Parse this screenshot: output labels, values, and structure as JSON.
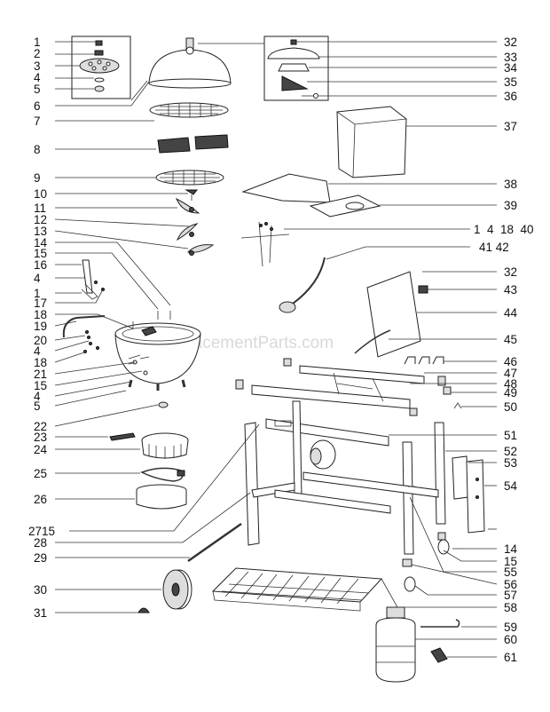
{
  "watermark": "eReplacementParts.com",
  "left_callouts": [
    "1",
    "2",
    "3",
    "4",
    "5",
    "6",
    "7",
    "8",
    "9",
    "10",
    "11",
    "12",
    "13",
    "14",
    "15",
    "16",
    "4",
    "1",
    "17",
    "18",
    "19",
    "20",
    "4",
    "18",
    "21",
    "15",
    "4",
    "5",
    "22",
    "23",
    "24",
    "25",
    "26",
    "2715",
    "28",
    "29",
    "30",
    "31"
  ],
  "right_callouts": [
    "32",
    "33",
    "34",
    "35",
    "36",
    "37",
    "38",
    "39",
    "1  4  18  40",
    "41 42",
    "32",
    "43",
    "44",
    "45",
    "46",
    "47",
    "48",
    "49",
    "50",
    "51",
    "52",
    "53",
    "54",
    "14",
    "15",
    "55",
    "56",
    "57",
    "58",
    "59",
    "60",
    "61"
  ]
}
